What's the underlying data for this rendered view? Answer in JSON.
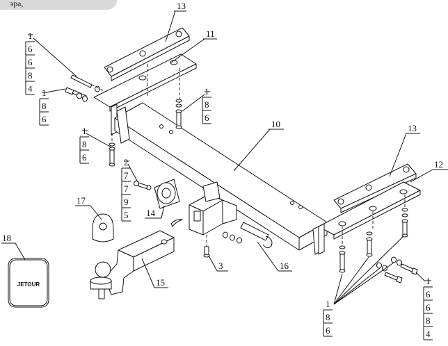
{
  "header_tab": "эра,",
  "callouts": {
    "c13a": "13",
    "c11": "11",
    "c10": "10",
    "c13b": "13",
    "c12": "12",
    "c17": "17",
    "c14": "14",
    "c18": "18",
    "c15": "15",
    "c3": "3",
    "c16": "16"
  },
  "stacks": {
    "s1": [
      "1",
      "6",
      "6",
      "8",
      "4"
    ],
    "s2": [
      "1",
      "8",
      "6"
    ],
    "s3": [
      "1",
      "8",
      "6"
    ],
    "s4": [
      "1",
      "8",
      "6"
    ],
    "s5": [
      "2",
      "7",
      "7",
      "9",
      "5"
    ],
    "s6": [
      "1",
      "6",
      "6",
      "8",
      "4"
    ],
    "s7": [
      "1",
      "8",
      "6"
    ]
  },
  "logo_text": "JETOUR"
}
